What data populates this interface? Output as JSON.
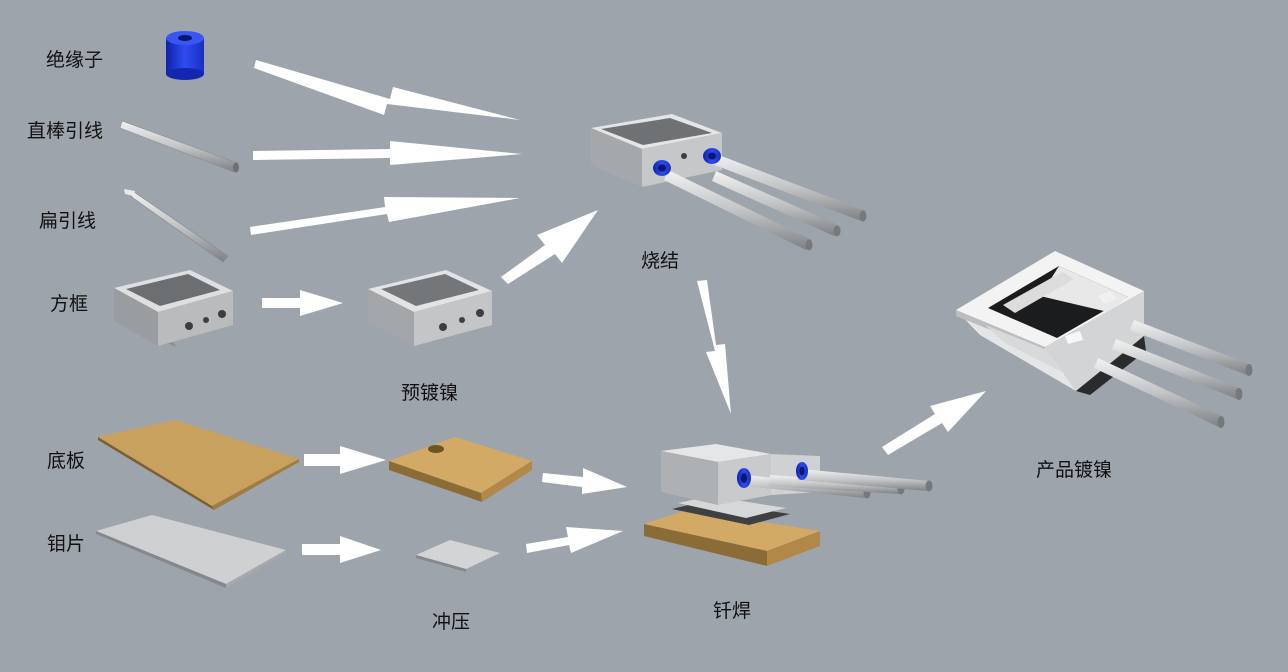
{
  "diagram": {
    "materials": {
      "insulator": "绝缘子",
      "straight_lead": "直棒引线",
      "flat_lead": "扁引线",
      "square_frame": "方框",
      "base_plate": "底板",
      "moly_sheet": "钼片"
    },
    "steps": {
      "pre_nickel": "预镀镍",
      "sinter": "烧结",
      "stamp": "冲压",
      "braze": "钎焊",
      "product_nickel": "产品镀镍"
    }
  },
  "colors": {
    "background": "#9ea4ac",
    "arrow": "#ffffff",
    "metal": "#c9cbcd",
    "insulator_blue": "#1d35d0",
    "copper_base": "#c9a15e"
  }
}
